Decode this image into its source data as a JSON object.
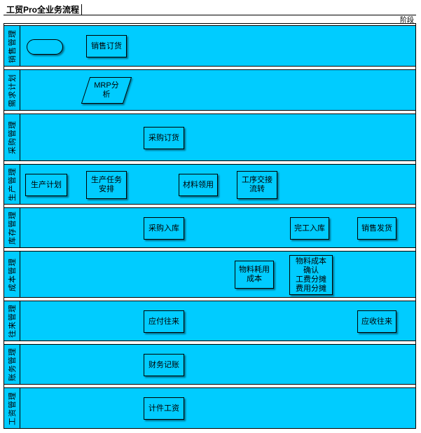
{
  "title": "工贸Pro全业务流程",
  "stage_label": "阶段",
  "colors": {
    "lane_fill": "#00ccff",
    "border": "#000000",
    "background": "#ffffff"
  },
  "lanes": [
    {
      "label": "销售管理",
      "nodes": [
        {
          "type": "start",
          "text": ""
        },
        {
          "type": "process",
          "text": "销售订货"
        }
      ]
    },
    {
      "label": "需求计划",
      "nodes": [
        {
          "type": "data",
          "text": "MRP分\n析"
        }
      ]
    },
    {
      "label": "采购管理",
      "nodes": [
        {
          "type": "process",
          "text": "采购订货"
        }
      ]
    },
    {
      "label": "生产管理",
      "nodes": [
        {
          "type": "process",
          "text": "生产计划"
        },
        {
          "type": "process",
          "text": "生产任务\n安排"
        },
        {
          "type": "process",
          "text": "材料领用"
        },
        {
          "type": "process",
          "text": "工序交接\n流转"
        }
      ]
    },
    {
      "label": "库存管理",
      "nodes": [
        {
          "type": "process",
          "text": "采购入库"
        },
        {
          "type": "process",
          "text": "完工入库"
        },
        {
          "type": "process",
          "text": "销售发货"
        }
      ]
    },
    {
      "label": "成本管理",
      "nodes": [
        {
          "type": "process",
          "text": "物料耗用\n成本"
        },
        {
          "type": "process",
          "text": "物料成本\n确认\n工费分摊\n费用分摊"
        }
      ]
    },
    {
      "label": "往来管理",
      "nodes": [
        {
          "type": "process",
          "text": "应付往来"
        },
        {
          "type": "process",
          "text": "应收往来"
        }
      ]
    },
    {
      "label": "账务管理",
      "nodes": [
        {
          "type": "process",
          "text": "财务记账"
        }
      ]
    },
    {
      "label": "工资管理",
      "nodes": [
        {
          "type": "process",
          "text": "计件工资"
        }
      ]
    }
  ]
}
